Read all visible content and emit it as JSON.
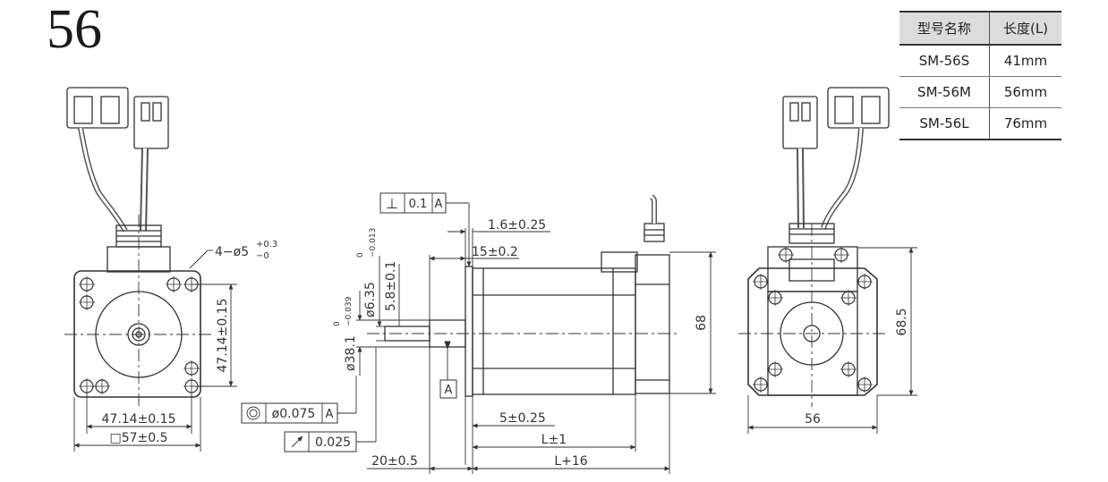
{
  "title": "56",
  "spec_table": {
    "headers": [
      "型号名称",
      "长度(L)"
    ],
    "rows": [
      {
        "model": "SM-56S",
        "length": "41mm"
      },
      {
        "model": "SM-56M",
        "length": "56mm"
      },
      {
        "model": "SM-56L",
        "length": "76mm"
      }
    ]
  },
  "front_view": {
    "hole_callout": "4−ø5",
    "hole_tol_upper": "+0.3",
    "hole_tol_lower": "−0",
    "width_dim": "47.14±0.15",
    "height_dim": "47.14±0.15",
    "flange_dim": "□57±0.5"
  },
  "side_view": {
    "perpendicularity": {
      "value": "0.1",
      "datum": "A"
    },
    "flange_thickness": "1.6±0.25",
    "boss_length": "15±0.2",
    "shaft_dia": "ø6.35",
    "shaft_tol_upper": "0",
    "shaft_tol_lower": "−0.013",
    "flat_depth": "5.8±0.1",
    "pilot_dia": "ø38.1",
    "pilot_tol_upper": "0",
    "pilot_tol_lower": "−0.039",
    "datum_label": "A",
    "concentricity": {
      "value": "ø0.075",
      "datum": "A"
    },
    "runout": {
      "value": "0.025"
    },
    "pilot_height": "5±0.25",
    "body_length": "L±1",
    "shaft_length": "20±0.5",
    "total_length": "L+16",
    "height": "68"
  },
  "rear_view": {
    "height": "68.5",
    "width": "56"
  }
}
